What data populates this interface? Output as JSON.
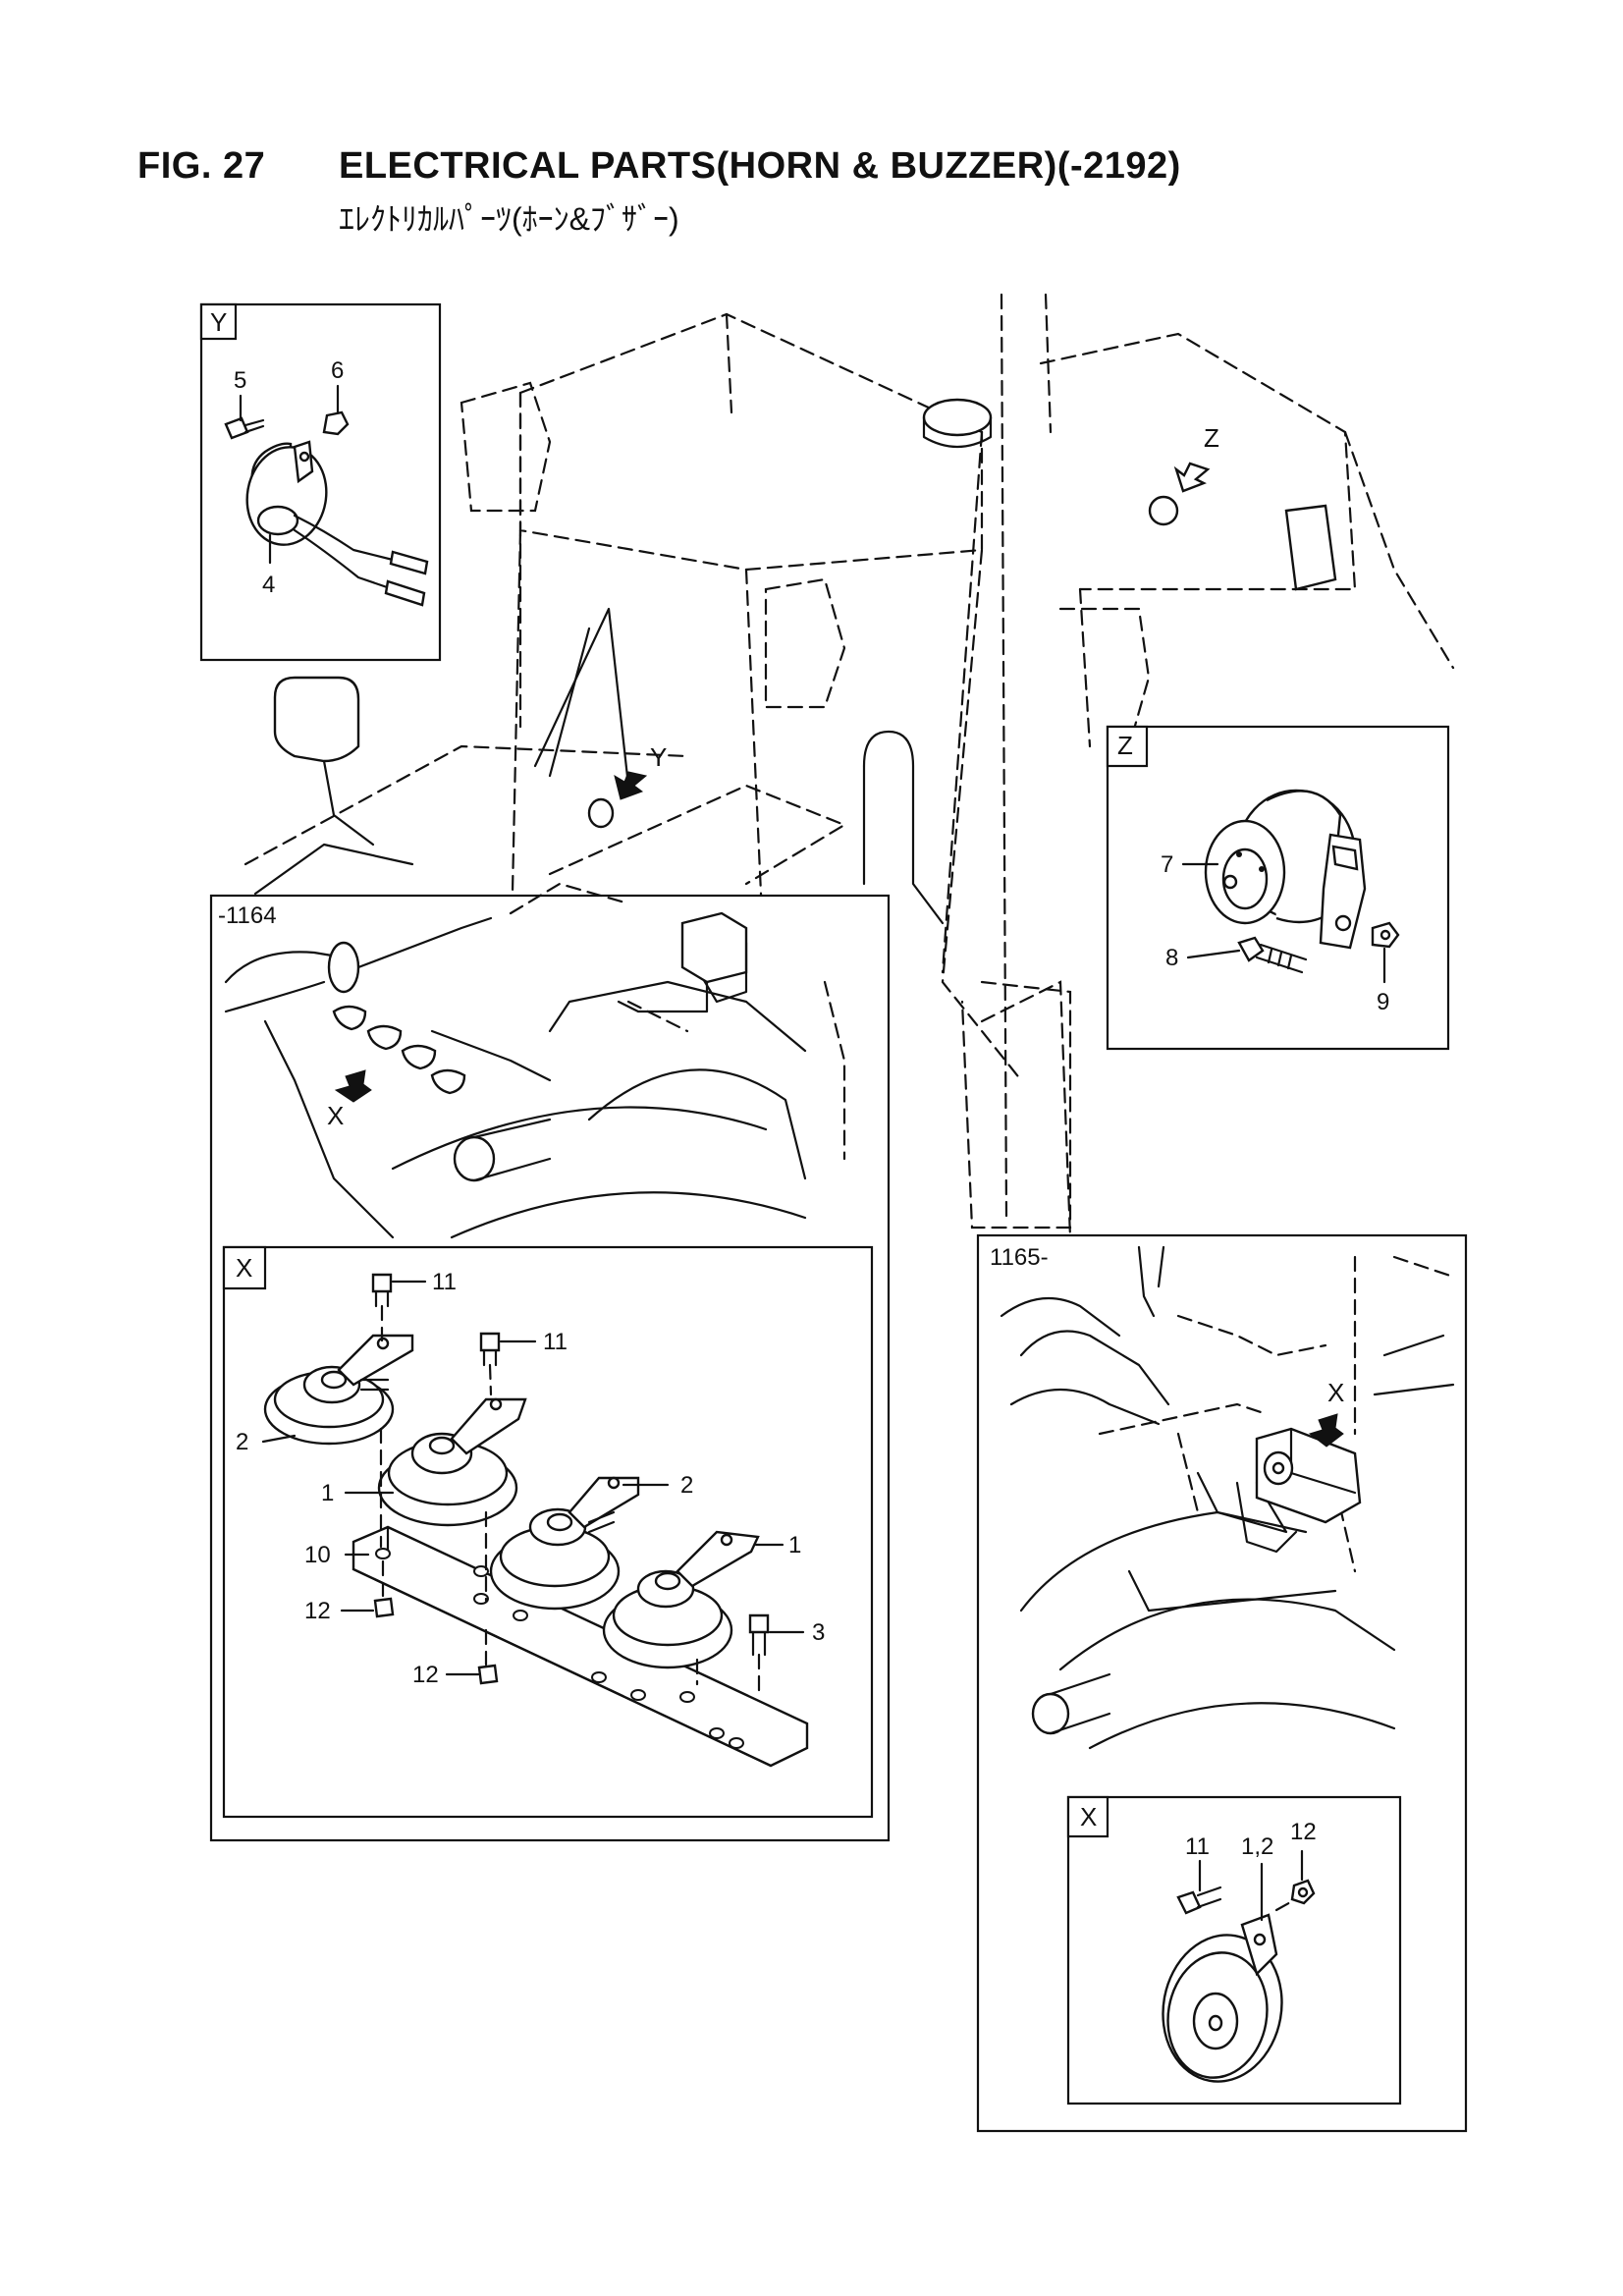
{
  "header": {
    "fig_label": "FIG. 27",
    "title": "ELECTRICAL PARTS(HORN & BUZZER)(-2192)",
    "subtitle": "ｴﾚｸﾄﾘｶﾙﾊﾟｰﾂ(ﾎｰﾝ&ﾌﾞｻﾞｰ)"
  },
  "views": {
    "y": {
      "tag": "Y",
      "callouts": [
        "5",
        "6",
        "4"
      ]
    },
    "z": {
      "tag": "Z",
      "callouts": [
        "7",
        "8",
        "9"
      ]
    },
    "early": {
      "serial_range": "-1164",
      "arrow_label": "X"
    },
    "early_x": {
      "tag": "X",
      "callouts": [
        "11",
        "11",
        "2",
        "1",
        "2",
        "10",
        "1",
        "12",
        "3",
        "12"
      ]
    },
    "late": {
      "serial_range": "1165-",
      "arrow_label": "X"
    },
    "late_x": {
      "tag": "X",
      "callouts": [
        "11",
        "1,2",
        "12"
      ]
    }
  },
  "main": {
    "arrow_labels": [
      "Z",
      "Y"
    ]
  }
}
